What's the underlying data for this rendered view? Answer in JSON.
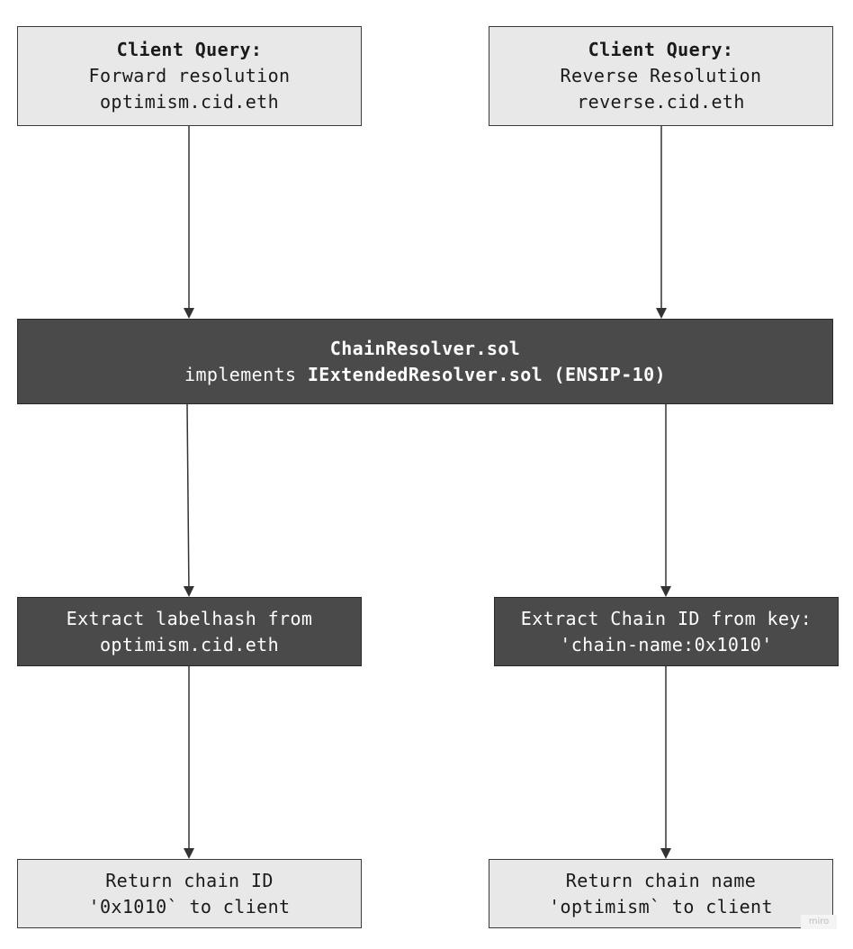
{
  "nodes": {
    "forward_query": {
      "heading": "Client Query:",
      "lines": [
        "Forward resolution",
        "optimism.cid.eth"
      ]
    },
    "reverse_query": {
      "heading": "Client Query:",
      "lines": [
        "Reverse Resolution",
        "reverse.cid.eth"
      ]
    },
    "resolver": {
      "title": "ChainResolver.sol",
      "implements_prefix": "implements ",
      "implements_bold": "IExtendedResolver.sol (ENSIP-10)"
    },
    "extract_labelhash": {
      "lines": [
        "Extract labelhash from",
        "optimism.cid.eth"
      ]
    },
    "extract_chain_id": {
      "lines": [
        "Extract Chain ID from key:",
        "'chain-name:0x1010'"
      ]
    },
    "return_chain_id": {
      "lines": [
        "Return chain ID",
        "'0x1010` to client"
      ]
    },
    "return_chain_name": {
      "lines": [
        "Return chain name",
        "'optimism` to client"
      ]
    }
  },
  "watermark": "miro",
  "colors": {
    "light_fill": "#e8e8e8",
    "dark_fill": "#4a4a4a",
    "stroke": "#3a3a3a",
    "arrow": "#333333"
  }
}
